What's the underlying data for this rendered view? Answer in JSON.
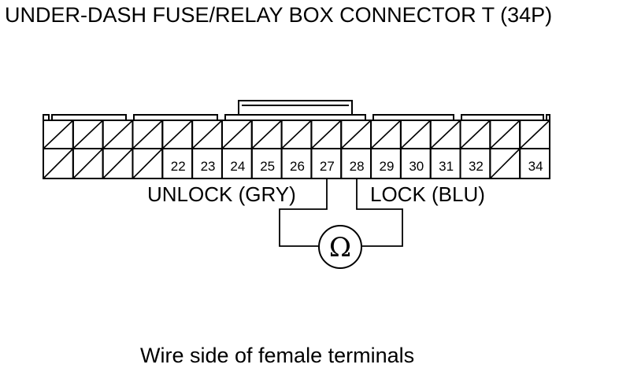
{
  "title": "UNDER-DASH FUSE/RELAY BOX CONNECTOR T (34P)",
  "caption": "Wire side of female terminals",
  "connector": {
    "cells_per_row": 17,
    "top_row": [
      {
        "hatched": true
      },
      {
        "hatched": true
      },
      {
        "hatched": true
      },
      {
        "hatched": true
      },
      {
        "hatched": true
      },
      {
        "hatched": true
      },
      {
        "hatched": true
      },
      {
        "hatched": true
      },
      {
        "hatched": true
      },
      {
        "hatched": true
      },
      {
        "hatched": true
      },
      {
        "hatched": true
      },
      {
        "hatched": true
      },
      {
        "hatched": true
      },
      {
        "hatched": true
      },
      {
        "hatched": true
      },
      {
        "hatched": true
      }
    ],
    "bottom_row": [
      {
        "hatched": true
      },
      {
        "hatched": true
      },
      {
        "hatched": true
      },
      {
        "hatched": true
      },
      {
        "label": "22"
      },
      {
        "label": "23"
      },
      {
        "label": "24"
      },
      {
        "label": "25"
      },
      {
        "label": "26"
      },
      {
        "label": "27"
      },
      {
        "label": "28"
      },
      {
        "label": "29"
      },
      {
        "label": "30"
      },
      {
        "label": "31"
      },
      {
        "label": "32"
      },
      {
        "hatched": true
      },
      {
        "label": "34"
      }
    ]
  },
  "wires": {
    "unlock_label": "UNLOCK (GRY)",
    "lock_label": "LOCK (BLU)",
    "unlock_pin": "27",
    "lock_pin": "28"
  },
  "meter": {
    "symbol": "Ω",
    "icon": "ohmmeter-icon"
  }
}
